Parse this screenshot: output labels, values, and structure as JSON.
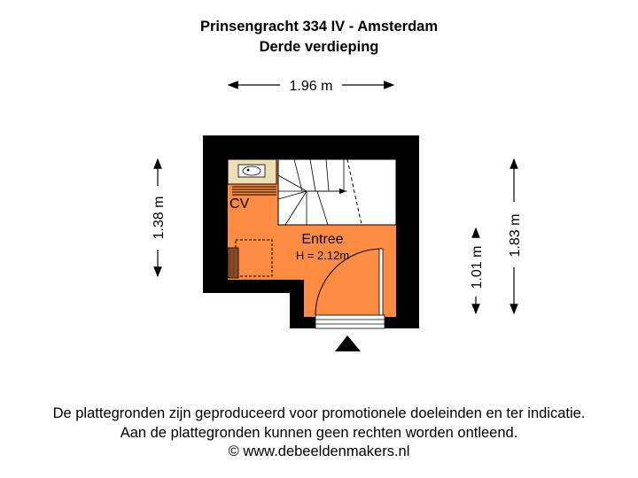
{
  "header": {
    "address": "Prinsengracht 334 IV - Amsterdam",
    "floor": "Derde verdieping"
  },
  "plan": {
    "room_name": "Entree",
    "room_height": "H = 2.12m",
    "utility_label": "CV",
    "dimensions": {
      "top_width": "1.96 m",
      "left_height": "1.38 m",
      "right_inner_height": "1.01 m",
      "right_outer_height": "1.83 m"
    },
    "colors": {
      "floor": "#ff8c42",
      "wall": "#000000",
      "utility": "#eedeb4",
      "stair": "#ffffff",
      "cabinet": "#8b4a2a"
    }
  },
  "footer": {
    "line1": "De plattegronden zijn geproduceerd voor promotionele doeleinden en ter indicatie.",
    "line2": "Aan de plattegronden kunnen geen rechten worden ontleend.",
    "line3": "© www.debeeldenmakers.nl"
  }
}
